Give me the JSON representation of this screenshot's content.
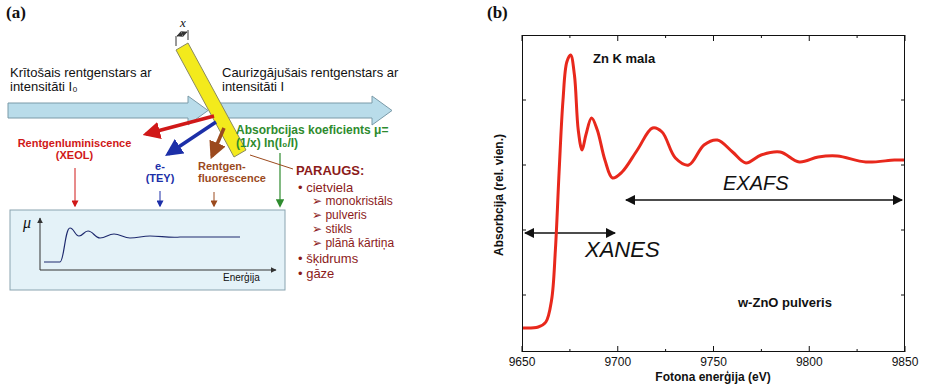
{
  "diagram": {
    "nodes": [
      {
        "text": [
          "μ",
          "Enerģija"
        ]
      },
      {
        "text": [
          "Zn K mala",
          "XANES",
          "EXAFS",
          "w-ZnO pulveris"
        ]
      }
    ],
    "labels": [
      "(a)",
      "(b)",
      "x",
      "Krītošais rentgenstars ar intensitāti I₀",
      "Caurizgājušais rentgenstars ar intensitāti I",
      "Absorbcijas koeficients μ=(1/x) ln(I₀/I)",
      "Rentgenluminiscence (XEOL)",
      "e- (TEY)",
      "Rentgen-fluorescence",
      "PARAUGS:",
      "• cietviela",
      "➢ monokristāls",
      "➢ pulveris",
      "➢ stikls",
      "➢ plānā kārtiņa",
      "• šķidrums",
      "• gāze",
      "Absorbcija (rel. vien.)",
      "Fotona enerģija (eV)",
      "9650",
      "9700",
      "9750",
      "9800",
      "9850"
    ]
  }
}
